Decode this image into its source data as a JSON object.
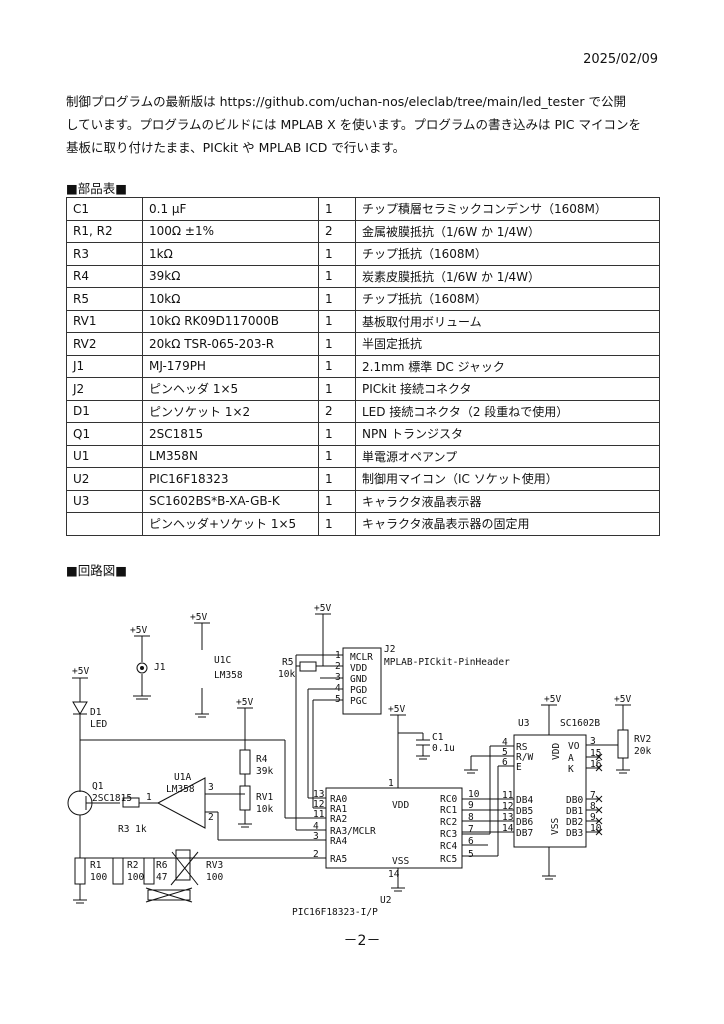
{
  "date": "2025/02/09",
  "intro": {
    "line1": "制御プログラムの最新版は https://github.com/uchan-nos/eleclab/tree/main/led_tester で公開",
    "line2": "しています。プログラムのビルドには MPLAB X を使います。プログラムの書き込みは PIC マイコンを",
    "line3": "基板に取り付けたまま、PICkit や MPLAB ICD で行います。"
  },
  "parts_heading": "■部品表■",
  "parts": [
    [
      "C1",
      "0.1 μF",
      "1",
      "チップ積層セラミックコンデンサ（1608M）"
    ],
    [
      "R1, R2",
      "100Ω ±1%",
      "2",
      "金属被膜抵抗（1/6W か 1/4W）"
    ],
    [
      "R3",
      "1kΩ",
      "1",
      "チップ抵抗（1608M）"
    ],
    [
      "R4",
      "39kΩ",
      "1",
      "炭素皮膜抵抗（1/6W か 1/4W）"
    ],
    [
      "R5",
      "10kΩ",
      "1",
      "チップ抵抗（1608M）"
    ],
    [
      "RV1",
      "10kΩ RK09D117000B",
      "1",
      "基板取付用ボリューム"
    ],
    [
      "RV2",
      "20kΩ TSR-065-203-R",
      "1",
      "半固定抵抗"
    ],
    [
      "J1",
      "MJ-179PH",
      "1",
      "2.1mm 標準 DC ジャック"
    ],
    [
      "J2",
      "ピンヘッダ 1×5",
      "1",
      "PICkit 接続コネクタ"
    ],
    [
      "D1",
      "ピンソケット 1×2",
      "2",
      "LED 接続コネクタ（2 段重ねで使用）"
    ],
    [
      "Q1",
      "2SC1815",
      "1",
      "NPN トランジスタ"
    ],
    [
      "U1",
      "LM358N",
      "1",
      "単電源オペアンプ"
    ],
    [
      "U2",
      "PIC16F18323",
      "1",
      "制御用マイコン（IC ソケット使用）"
    ],
    [
      "U3",
      "SC1602BS*B-XA-GB-K",
      "1",
      "キャラクタ液晶表示器"
    ],
    [
      "",
      "ピンヘッダ+ソケット 1×5",
      "1",
      "キャラクタ液晶表示器の固定用"
    ]
  ],
  "circuit_heading": "■回路図■",
  "schematic": {
    "vcc": "+5V",
    "j1": "J1",
    "u1c": "U1C",
    "u1c_part": "LM358",
    "u1a": "U1A",
    "u1a_part": "LM358",
    "d1": "D1",
    "d1_part": "LED",
    "q1": "Q1",
    "q1_part": "2SC1815",
    "r1": "R1",
    "r1_val": "100",
    "r2": "R2",
    "r2_val": "100",
    "r3": "R3 1k",
    "r4": "R4",
    "r4_val": "39k",
    "r5": "R5",
    "r5_val": "10k",
    "r6": "R6",
    "r6_val": "47",
    "rv1": "RV1",
    "rv1_val": "10k",
    "rv2": "RV2",
    "rv2_val": "20k",
    "rv3": "RV3",
    "rv3_val": "100",
    "c1": "C1",
    "c1_val": "0.1u",
    "j2": "J2",
    "j2_part": "MPLAB-PICkit-PinHeader",
    "j2_pins": [
      "MCLR",
      "VDD",
      "GND",
      "PGD",
      "PGC"
    ],
    "u2": "U2",
    "u2_part": "PIC16F18323-I/P",
    "u2_left_pins": [
      "RA0",
      "RA1",
      "RA2",
      "RA3/MCLR",
      "RA4",
      "RA5"
    ],
    "u2_left_nums": [
      "13",
      "12",
      "11",
      "4",
      "3",
      "2"
    ],
    "u2_right_pins": [
      "RC0",
      "RC1",
      "RC2",
      "RC3",
      "RC4",
      "RC5"
    ],
    "u2_right_nums": [
      "10",
      "9",
      "8",
      "7",
      "6",
      "5"
    ],
    "u2_vdd": "VDD",
    "u2_vss": "VSS",
    "u3": "U3",
    "u3_part": "SC1602B",
    "u3_left_pins": [
      "RS",
      "R/W",
      "E",
      "DB4",
      "DB5",
      "DB6",
      "DB7"
    ],
    "u3_left_nums": [
      "4",
      "5",
      "6",
      "11",
      "12",
      "13",
      "14"
    ],
    "u3_right_pins": [
      "VO",
      "A",
      "K"
    ],
    "u3_right_nums": [
      "3",
      "15",
      "16"
    ],
    "u3_db_pins": [
      "DB0",
      "DB1",
      "DB2",
      "DB3"
    ],
    "u3_db_nums": [
      "7",
      "8",
      "9",
      "10"
    ],
    "u3_vdd": "VDD",
    "u3_vss": "VSS"
  },
  "page_number": "－2－"
}
